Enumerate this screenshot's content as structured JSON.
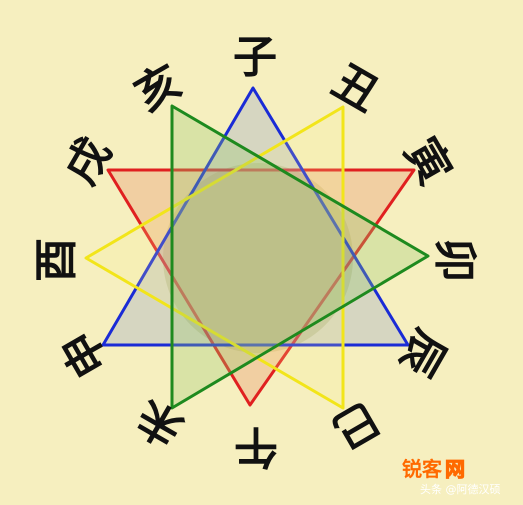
{
  "diagram": {
    "branches": [
      "子",
      "丑",
      "寅",
      "卯",
      "辰",
      "巳",
      "午",
      "未",
      "申",
      "酉",
      "戌",
      "亥"
    ],
    "triangles": [
      {
        "name": "red",
        "color": "#e02020",
        "fill": "rgba(232,150,110,0.35)"
      },
      {
        "name": "blue",
        "color": "#1a2bd6",
        "fill": "rgba(120,140,200,0.25)"
      },
      {
        "name": "yellow",
        "color": "#f2e51a",
        "fill": "rgba(250,240,140,0.18)"
      },
      {
        "name": "green",
        "color": "#1e8a1e",
        "fill": "rgba(150,200,110,0.30)"
      }
    ],
    "center_fill": "#c9c77a"
  },
  "watermark": {
    "brand_a": "锐客",
    "brand_b": "网",
    "brand_color": "#ff6a00",
    "caption": "头条 @阿德汉硕"
  }
}
